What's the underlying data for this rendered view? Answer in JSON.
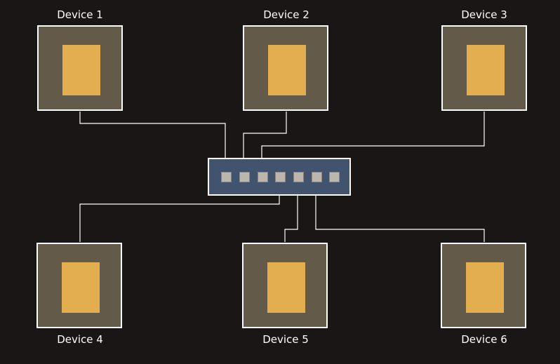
{
  "colors": {
    "background": "#1a1616",
    "device_frame": "#635a4a",
    "device_core": "#e2ae4f",
    "switch_body": "#42536e",
    "port": "#bdb6ad",
    "wire": "#ffffff"
  },
  "devices": [
    {
      "label": "Device 1"
    },
    {
      "label": "Device 2"
    },
    {
      "label": "Device 3"
    },
    {
      "label": "Device 4"
    },
    {
      "label": "Device 5"
    },
    {
      "label": "Device 6"
    }
  ],
  "switch": {
    "port_count": 7
  },
  "connections": [
    {
      "device": "Device 1",
      "port": 1,
      "direction": "device-to-switch"
    },
    {
      "device": "Device 2",
      "port": 2,
      "direction": "device-to-switch"
    },
    {
      "device": "Device 3",
      "port": 3,
      "direction": "device-to-switch"
    },
    {
      "device": "Device 4",
      "port": 4,
      "direction": "device-to-switch"
    },
    {
      "device": "Device 5",
      "port": 5,
      "direction": "device-to-switch"
    },
    {
      "device": "Device 6",
      "port": 6,
      "direction": "device-to-switch"
    }
  ]
}
